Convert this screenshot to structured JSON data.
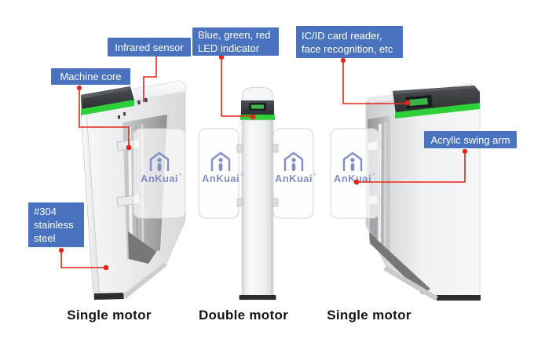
{
  "brand": {
    "name": "AnKuai",
    "registered_mark": "®",
    "icon": "house-logo-icon"
  },
  "colors": {
    "label_bg": "#4a73bf",
    "label_text": "#ffffff",
    "connector_red": "#e8231a",
    "led_green": "#2ed039",
    "logo_blue": "#7b85bb",
    "caption_text": "#151515"
  },
  "callouts": [
    {
      "id": "machine-core",
      "lines": [
        "Machine core"
      ]
    },
    {
      "id": "infrared-sensor",
      "lines": [
        "Infrared sensor"
      ]
    },
    {
      "id": "led-indicator",
      "lines": [
        "Blue, green, red",
        "LED indicator"
      ]
    },
    {
      "id": "ic-id-card-reader",
      "lines": [
        "IC/ID card reader,",
        "face recognition, etc"
      ]
    },
    {
      "id": "acrylic-swing-arm",
      "lines": [
        "Acrylic swing arm"
      ]
    },
    {
      "id": "stainless-steel",
      "lines": [
        "#304",
        "stainless",
        "steel"
      ]
    }
  ],
  "products": [
    {
      "id": "gate-left",
      "caption": "Single motor"
    },
    {
      "id": "gate-middle",
      "caption": "Double motor"
    },
    {
      "id": "gate-right",
      "caption": "Single motor"
    }
  ]
}
